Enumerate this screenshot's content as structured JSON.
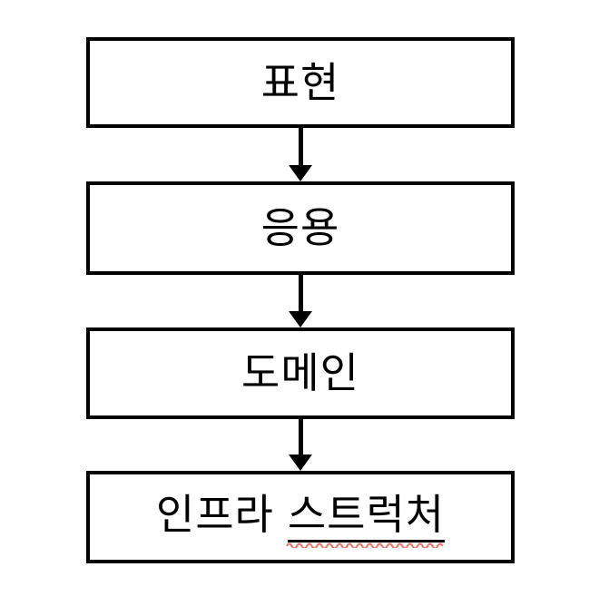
{
  "colors": {
    "background": "#ffffff",
    "stroke": "#000000",
    "text": "#000000",
    "spellcheck_wave": "#e8796e"
  },
  "diagram": {
    "type": "flowchart",
    "direction": "top-down",
    "nodes": [
      {
        "id": "presentation",
        "label": "표현"
      },
      {
        "id": "application",
        "label": "응용"
      },
      {
        "id": "domain",
        "label": "도메인"
      },
      {
        "id": "infrastructure",
        "label": "인프라 스트럭처",
        "label_parts": [
          "인프라",
          "스트럭처"
        ],
        "spellcheck_flagged_word": "스트럭처"
      }
    ],
    "edges": [
      {
        "from": "presentation",
        "to": "application",
        "style": "arrow-down"
      },
      {
        "from": "application",
        "to": "domain",
        "style": "arrow-down"
      },
      {
        "from": "domain",
        "to": "infrastructure",
        "style": "arrow-down"
      }
    ]
  }
}
